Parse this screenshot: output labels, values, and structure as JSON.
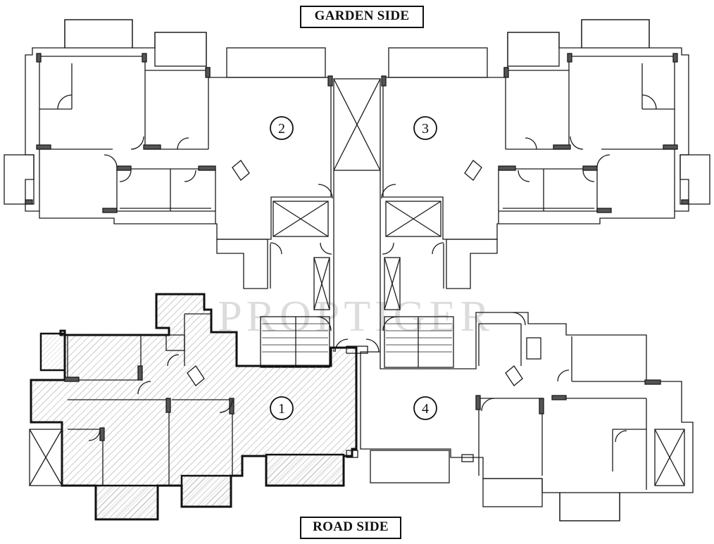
{
  "labels": {
    "top": "GARDEN SIDE",
    "bottom": "ROAD SIDE",
    "watermark": "PROPTIGER"
  },
  "units": [
    {
      "id": "2",
      "highlighted": false
    },
    {
      "id": "3",
      "highlighted": false
    },
    {
      "id": "1",
      "highlighted": true
    },
    {
      "id": "4",
      "highlighted": false
    }
  ],
  "colors": {
    "line": "#1a1a1a",
    "highlight_hatch": "#9a9a9a",
    "watermark": "#dcdcdc"
  }
}
